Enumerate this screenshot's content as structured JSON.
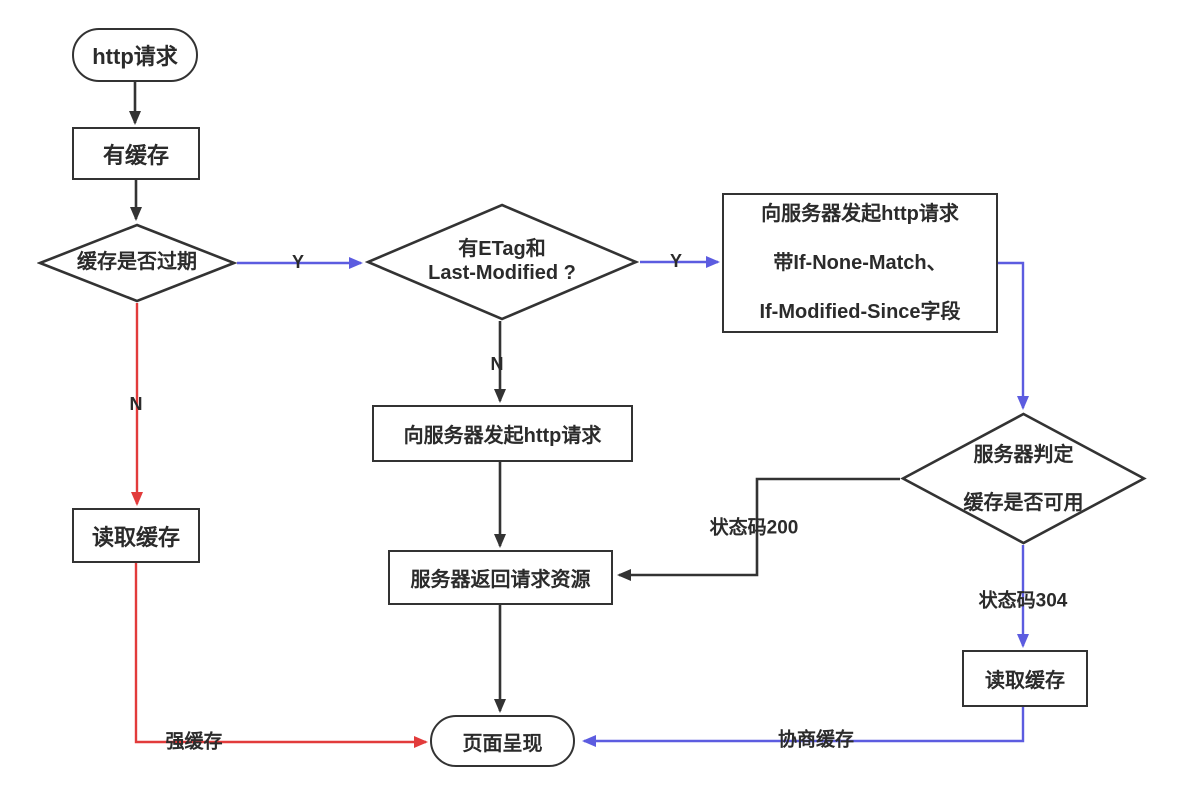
{
  "diagram": {
    "nodes": {
      "start": {
        "label": "http请求"
      },
      "has_cache": {
        "label": "有缓存"
      },
      "cache_expired": {
        "label": "缓存是否过期"
      },
      "etag_check": {
        "lines": [
          "有ETag和",
          "Last-Modified ?"
        ]
      },
      "cond_request": {
        "lines": [
          "向服务器发起http请求",
          "带If-None-Match、",
          "If-Modified-Since字段"
        ]
      },
      "server_judge": {
        "lines": [
          "服务器判定",
          "缓存是否可用"
        ]
      },
      "plain_request": {
        "label": "向服务器发起http请求"
      },
      "server_response": {
        "label": "服务器返回请求资源"
      },
      "read_cache_left": {
        "label": "读取缓存"
      },
      "read_cache_right": {
        "label": "读取缓存"
      },
      "render_page": {
        "label": "页面呈现"
      }
    },
    "edge_labels": {
      "y1": "Y",
      "y2": "Y",
      "n1": "N",
      "n2": "N",
      "status_200": "状态码200",
      "status_304": "状态码304",
      "strong_cache": "强缓存",
      "negotiated_cache": "协商缓存"
    },
    "colors": {
      "line": "#333333",
      "red": "#e23b3b",
      "blue": "#5c5ce0",
      "text": "#2b2b2b",
      "node_fill": "#ffffff"
    }
  }
}
